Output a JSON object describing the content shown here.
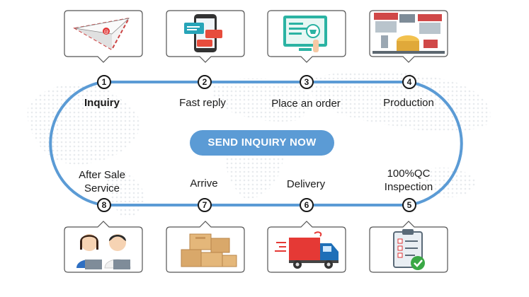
{
  "cta": {
    "label": "SEND INQUIRY NOW"
  },
  "steps": [
    {
      "number": "1",
      "label": "Inquiry",
      "icon": "email-paper-plane-icon"
    },
    {
      "number": "2",
      "label": "Fast reply",
      "icon": "smartphone-chat-icon"
    },
    {
      "number": "3",
      "label": "Place an order",
      "icon": "online-order-screen-icon"
    },
    {
      "number": "4",
      "label": "Production",
      "icon": "factory-production-line-icon"
    },
    {
      "number": "5",
      "label": "100%QC\nInspection",
      "icon": "qc-checklist-clipboard-icon"
    },
    {
      "number": "6",
      "label": "Delivery",
      "icon": "delivery-truck-icon"
    },
    {
      "number": "7",
      "label": "Arrive",
      "icon": "cardboard-boxes-icon"
    },
    {
      "number": "8",
      "label": "After Sale\nService",
      "icon": "customer-service-agents-icon"
    }
  ],
  "colors": {
    "loop": "#5b9bd5",
    "cta_bg": "#5b9bd5",
    "cta_text": "#ffffff",
    "map_dots": "#e9ecef"
  }
}
